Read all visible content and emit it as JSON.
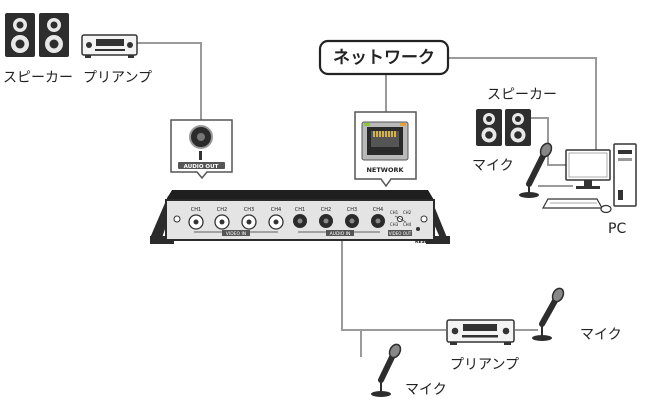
{
  "labels": {
    "network": "ネットワーク",
    "speaker_left": "スピーカー",
    "preamp_left": "プリアンプ",
    "speaker_right": "スピーカー",
    "mic_pc": "マイク",
    "pc": "PC",
    "preamp_bottom": "プリアンプ",
    "mic_right": "マイク",
    "mic_bottom": "マイク",
    "audio_out": "AUDIO OUT",
    "network_port": "NETWORK"
  },
  "device": {
    "video_channels": [
      "CH1",
      "CH2",
      "CH3",
      "CH4"
    ],
    "audio_channels": [
      "CH1",
      "CH2",
      "CH3",
      "CH4"
    ],
    "video_in_label": "VIDEO IN",
    "audio_in_label": "AUDIO IN",
    "video_out_label": "VIDEO OUT",
    "reset_label": "RESET",
    "out_channels": [
      "CH1",
      "CH2",
      "CH3",
      "CH4"
    ]
  },
  "colors": {
    "cable": "#9a9a9a",
    "device_dark": "#2b2b2b",
    "device_body": "#e6e6e6",
    "callout_border": "#555555",
    "port_green": "#8dc63f"
  }
}
